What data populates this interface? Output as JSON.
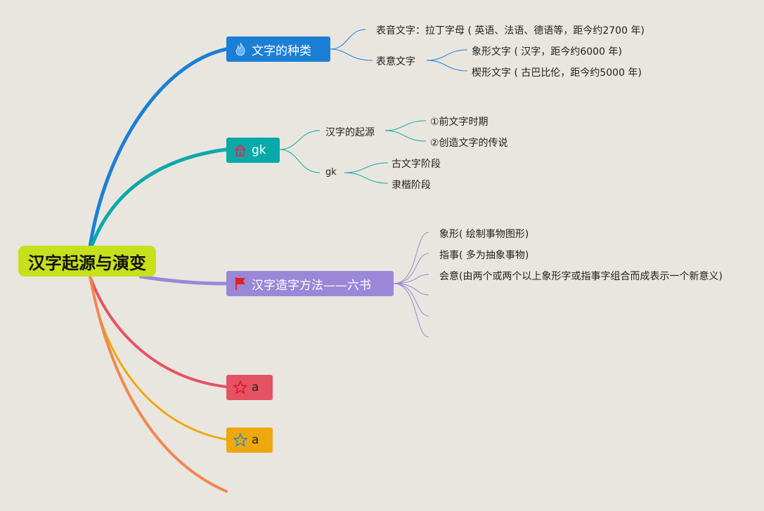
{
  "root": {
    "label": "汉字起源与演变",
    "color": "#c6e01b"
  },
  "branches": [
    {
      "label": "文字的种类",
      "icon": "fire-icon",
      "color": "#1b7fd6",
      "children": [
        {
          "label": "表音文字：拉丁字母 ( 英语、法语、德语等，距今约2700 年)"
        },
        {
          "label": "表意文字",
          "children": [
            {
              "label": "象形文字 ( 汉字，距今约6000 年)"
            },
            {
              "label": "楔形文字 ( 古巴比伦，距今约5000 年)"
            }
          ]
        }
      ]
    },
    {
      "label": "gk",
      "icon": "house-icon",
      "color": "#0aa9a9",
      "children": [
        {
          "label": "汉字的起源",
          "children": [
            {
              "label": "①前文字时期"
            },
            {
              "label": "②创造文字的传说"
            }
          ]
        },
        {
          "label": "gk",
          "children": [
            {
              "label": "古文字阶段"
            },
            {
              "label": "隶楷阶段"
            }
          ]
        }
      ]
    },
    {
      "label": "汉字造字方法——六书",
      "icon": "flag-icon",
      "color": "#9b87d8",
      "children": [
        {
          "label": "象形( 绘制事物图形)"
        },
        {
          "label": "指事( 多为抽象事物)"
        },
        {
          "label": "会意(由两个或两个以上象形字或指事字组合而成表示一个新意义)"
        },
        {
          "label": ""
        },
        {
          "label": ""
        },
        {
          "label": ""
        }
      ]
    },
    {
      "label": "a",
      "icon": "star-outline-icon",
      "color": "#e55264",
      "children": []
    },
    {
      "label": "a",
      "icon": "star-outline-icon",
      "color": "#eea80e",
      "children": []
    }
  ],
  "extra_branch_color": "#f0884f"
}
